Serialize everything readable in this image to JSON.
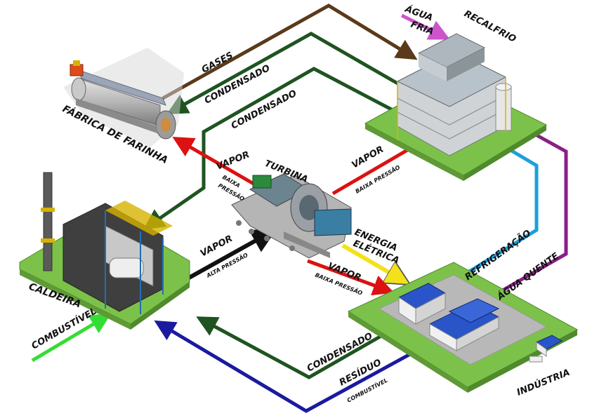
{
  "nodes": {
    "fabrica": "FÁBRICA DE FARINHA",
    "recalfrio": "RECALFRIO",
    "turbina": "TURBINA",
    "caldeira": "CALDEIRA",
    "industria": "INDÚSTRIA"
  },
  "flows": {
    "gases": "GASES",
    "condensado_1": "CONDENSADO",
    "condensado_2": "CONDENSADO",
    "condensado_3": "CONDENSADO",
    "agua_fria_1": "ÁGUA",
    "agua_fria_2": "FRIA",
    "vapor_fabrica": "VAPOR",
    "baixa_pressao_1": "BAIXA",
    "baixa_pressao_2": "PRESSÃO",
    "vapor_recalfrio": "VAPOR",
    "baixa_pressao_recalfrio": "BAIXA PRESSÃO",
    "vapor_turbina": "VAPOR",
    "alta_pressao": "ALTA PRESSÃO",
    "energia_1": "ENERGIA",
    "energia_2": "ELÉTRICA",
    "vapor_industria": "VAPOR",
    "baixa_pressao_industria": "BAIXA PRESSÃO",
    "refrigeracao": "REFRIGERAÇÃO",
    "agua_quente": "ÁGUA QUENTE",
    "combustivel": "COMBUSTÍVEL",
    "residuo": "RESÍDUO",
    "residuo_sub": "COMBUSTÍVEL"
  },
  "colors": {
    "gases": "#5a3a1a",
    "condensado": "#1f5420",
    "vapor_low": "#dd1111",
    "vapor_high": "#111111",
    "energia": "#f3e21b",
    "agua_fria": "#cc55cc",
    "refrigeracao": "#1aa0dd",
    "agua_quente": "#8a1f8a",
    "combustivel": "#33dd33",
    "residuo": "#1a1aa0",
    "ground": "#7cc24a"
  }
}
